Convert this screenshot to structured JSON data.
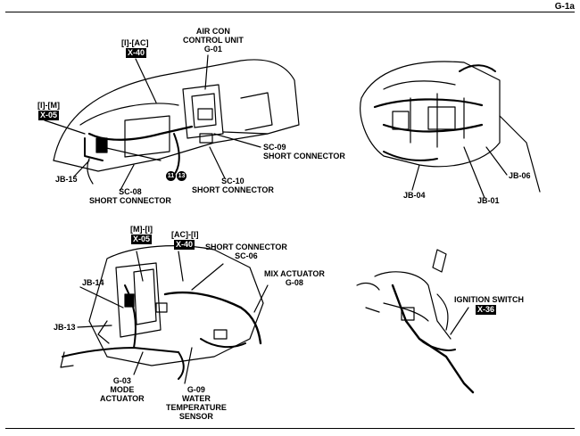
{
  "page_id": "G-1a",
  "top_left": {
    "tag_lac": "[I]-[AC]",
    "box_x40": "X-40",
    "tag_im": "[I]-[M]",
    "box_x05": "X-05",
    "aircon": "AIR CON\nCONTROL UNIT\nG-01",
    "sc09": "SC-09\nSHORT CONNECTOR",
    "sc10": "SC-10\nSHORT CONNECTOR",
    "jb15": "JB-15",
    "sc08": "SC-08\nSHORT CONNECTOR",
    "badge_11": "11",
    "badge_13": "13"
  },
  "top_right": {
    "jb06": "JB-06",
    "jb04": "JB-04",
    "jb01": "JB-01"
  },
  "bottom_left": {
    "tag_mi": "[M]-[I]",
    "box_x05": "X-05",
    "tag_aci": "[AC]-[I]",
    "box_x40": "X-40",
    "sc06": "SHORT CONNECTOR\nSC-06",
    "mix": "MIX ACTUATOR\nG-08",
    "jb14": "JB-14",
    "jb13": "JB-13",
    "g03": "G-03\nMODE\nACTUATOR",
    "g09": "G-09\nWATER\nTEMPERATURE\nSENSOR"
  },
  "bottom_right": {
    "ign": "IGNITION SWITCH",
    "box_x36": "X-36"
  }
}
